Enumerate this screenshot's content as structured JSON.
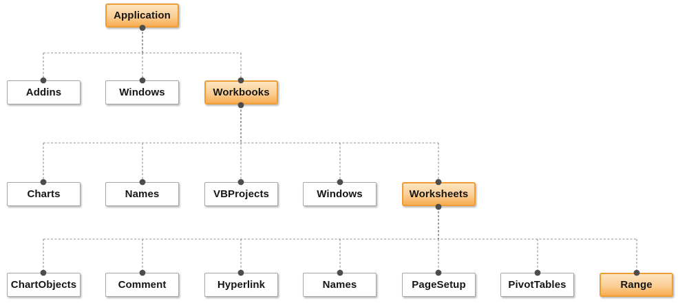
{
  "diagram_type": "hierarchy-tree",
  "colors": {
    "highlight_fill_top": "#FDE5C2",
    "highlight_fill_bottom": "#F7AD52",
    "highlight_border": "#ED9D31",
    "node_fill": "#FFFFFF",
    "node_border": "#A6A6A6",
    "connector": "#8F8F8F",
    "dot": "#4D4D4D",
    "text": "#151515"
  },
  "tree": {
    "label": "Application",
    "highlighted": true,
    "children": [
      {
        "label": "Addins",
        "highlighted": false
      },
      {
        "label": "Windows",
        "highlighted": false
      },
      {
        "label": "Workbooks",
        "highlighted": true,
        "children": [
          {
            "label": "Charts",
            "highlighted": false
          },
          {
            "label": "Names",
            "highlighted": false
          },
          {
            "label": "VBProjects",
            "highlighted": false
          },
          {
            "label": "Windows",
            "highlighted": false
          },
          {
            "label": "Worksheets",
            "highlighted": true,
            "children": [
              {
                "label": "ChartObjects",
                "highlighted": false
              },
              {
                "label": "Comment",
                "highlighted": false
              },
              {
                "label": "Hyperlink",
                "highlighted": false
              },
              {
                "label": "Names",
                "highlighted": false
              },
              {
                "label": "PageSetup",
                "highlighted": false
              },
              {
                "label": "PivotTables",
                "highlighted": false
              },
              {
                "label": "Range",
                "highlighted": true
              }
            ]
          }
        ]
      }
    ]
  }
}
